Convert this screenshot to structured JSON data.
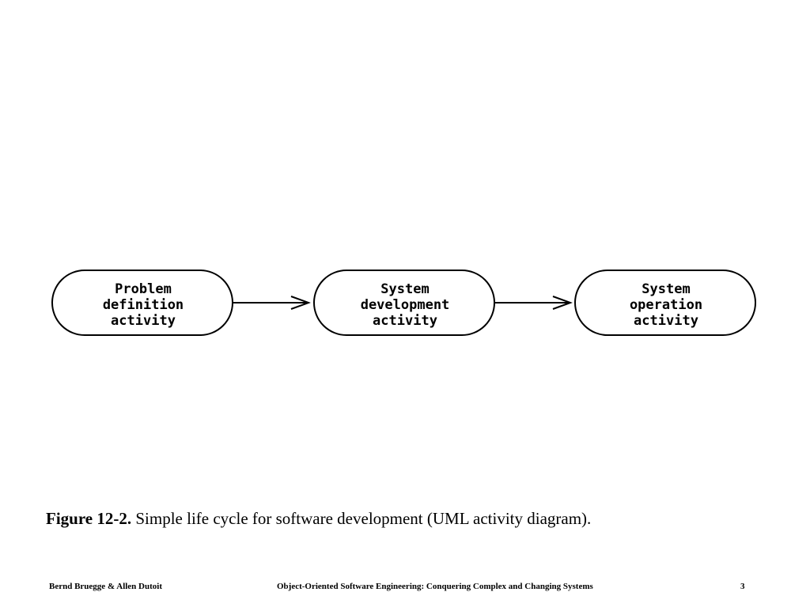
{
  "diagram": {
    "activities": [
      {
        "id": "problem-definition",
        "lines": [
          "Problem",
          "definition",
          "activity"
        ]
      },
      {
        "id": "system-development",
        "lines": [
          "System",
          "development",
          "activity"
        ]
      },
      {
        "id": "system-operation",
        "lines": [
          "System",
          "operation",
          "activity"
        ]
      }
    ],
    "transitions": [
      {
        "from": "problem-definition",
        "to": "system-development"
      },
      {
        "from": "system-development",
        "to": "system-operation"
      }
    ]
  },
  "caption": {
    "label": "Figure 12-2.",
    "text": " Simple life cycle for software development (UML activity diagram)."
  },
  "footer": {
    "authors": "Bernd Bruegge & Allen Dutoit",
    "book_title": "Object-Oriented Software Engineering: Conquering Complex and Changing Systems",
    "page_number": "3"
  }
}
